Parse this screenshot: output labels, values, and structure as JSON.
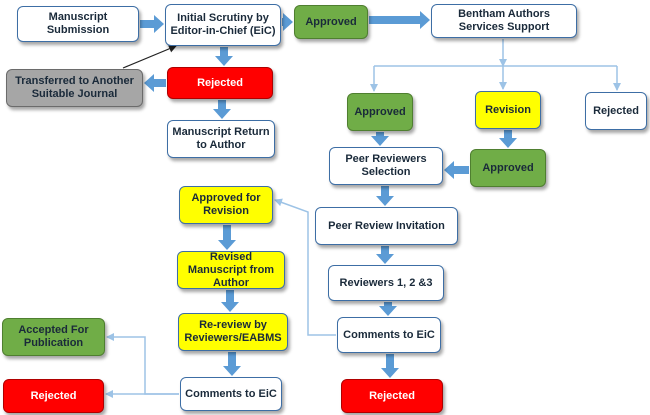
{
  "colors": {
    "arrow": "#5b9bd5",
    "thin_line": "#9dc3e6",
    "box_border": "#3d6ea5",
    "approved_green": "#70ad47",
    "highlight_yellow": "#ffff00",
    "rejected_red": "#ff0000",
    "transferred_gray": "#a6a6a6"
  },
  "nodes": {
    "manuscript_submission": "Manuscript Submission",
    "initial_scrutiny": "Initial Scrutiny by Editor-in-Chief (EiC)",
    "approved_top": "Approved",
    "bentham_support": "Bentham Authors Services Support",
    "transferred": "Transferred to Another Suitable Journal",
    "rejected_top": "Rejected",
    "manuscript_return": "Manuscript Return to Author",
    "approved_branch": "Approved",
    "revision_branch": "Revision",
    "rejected_branch": "Rejected",
    "peer_reviewers_selection": "Peer Reviewers Selection",
    "approved_after_revision": "Approved",
    "peer_review_invitation": "Peer Review Invitation",
    "reviewers": "Reviewers 1, 2 &3",
    "comments_eic_right": "Comments to EiC",
    "rejected_bottom_right": "Rejected",
    "approved_for_revision": "Approved for Revision",
    "revised_manuscript": "Revised Manuscript from Author",
    "re_review": "Re-review by Reviewers/EABMS",
    "comments_eic_left": "Comments to EiC",
    "accepted_for_publication": "Accepted For Publication",
    "rejected_bottom_left": "Rejected"
  }
}
